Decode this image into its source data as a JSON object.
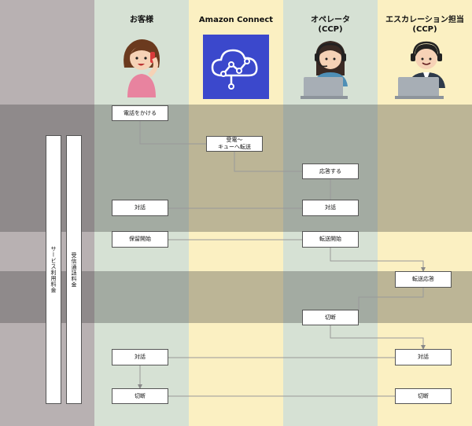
{
  "colors": {
    "lane_left": "#b8b1b2",
    "lane_customer": "#d6e1d4",
    "lane_connect": "#fbf0c2",
    "lane_operator": "#d6e1d4",
    "lane_escalation": "#fbf0c2",
    "band_overlay": "#3c3c3c",
    "connect_logo_bg": "#3b48cc"
  },
  "lanes": {
    "customer": "お客様",
    "connect": "Amazon Connect",
    "operator": "オペレータ\n(CCP)",
    "escalation": "エスカレーション担当\n(CCP)"
  },
  "icons": {
    "customer": "customer-on-phone-icon",
    "connect": "amazon-connect-logo-icon",
    "operator": "operator-headset-icon",
    "escalation": "escalation-staff-headset-icon"
  },
  "fees": {
    "service": "サービス利用料金",
    "reception": "受信通話料金"
  },
  "steps": {
    "call": "電話をかける",
    "receive": "受電〜\nキューへ転送",
    "answer": "応答する",
    "talk_customer_1": "対話",
    "talk_operator_1": "対話",
    "hold": "保留開始",
    "transfer_start": "転送開始",
    "transfer_answer": "転送応答",
    "disconnect_operator": "切断",
    "talk_customer_2": "対話",
    "talk_escalation": "対話",
    "disconnect_customer": "切断",
    "disconnect_escalation": "切断"
  }
}
